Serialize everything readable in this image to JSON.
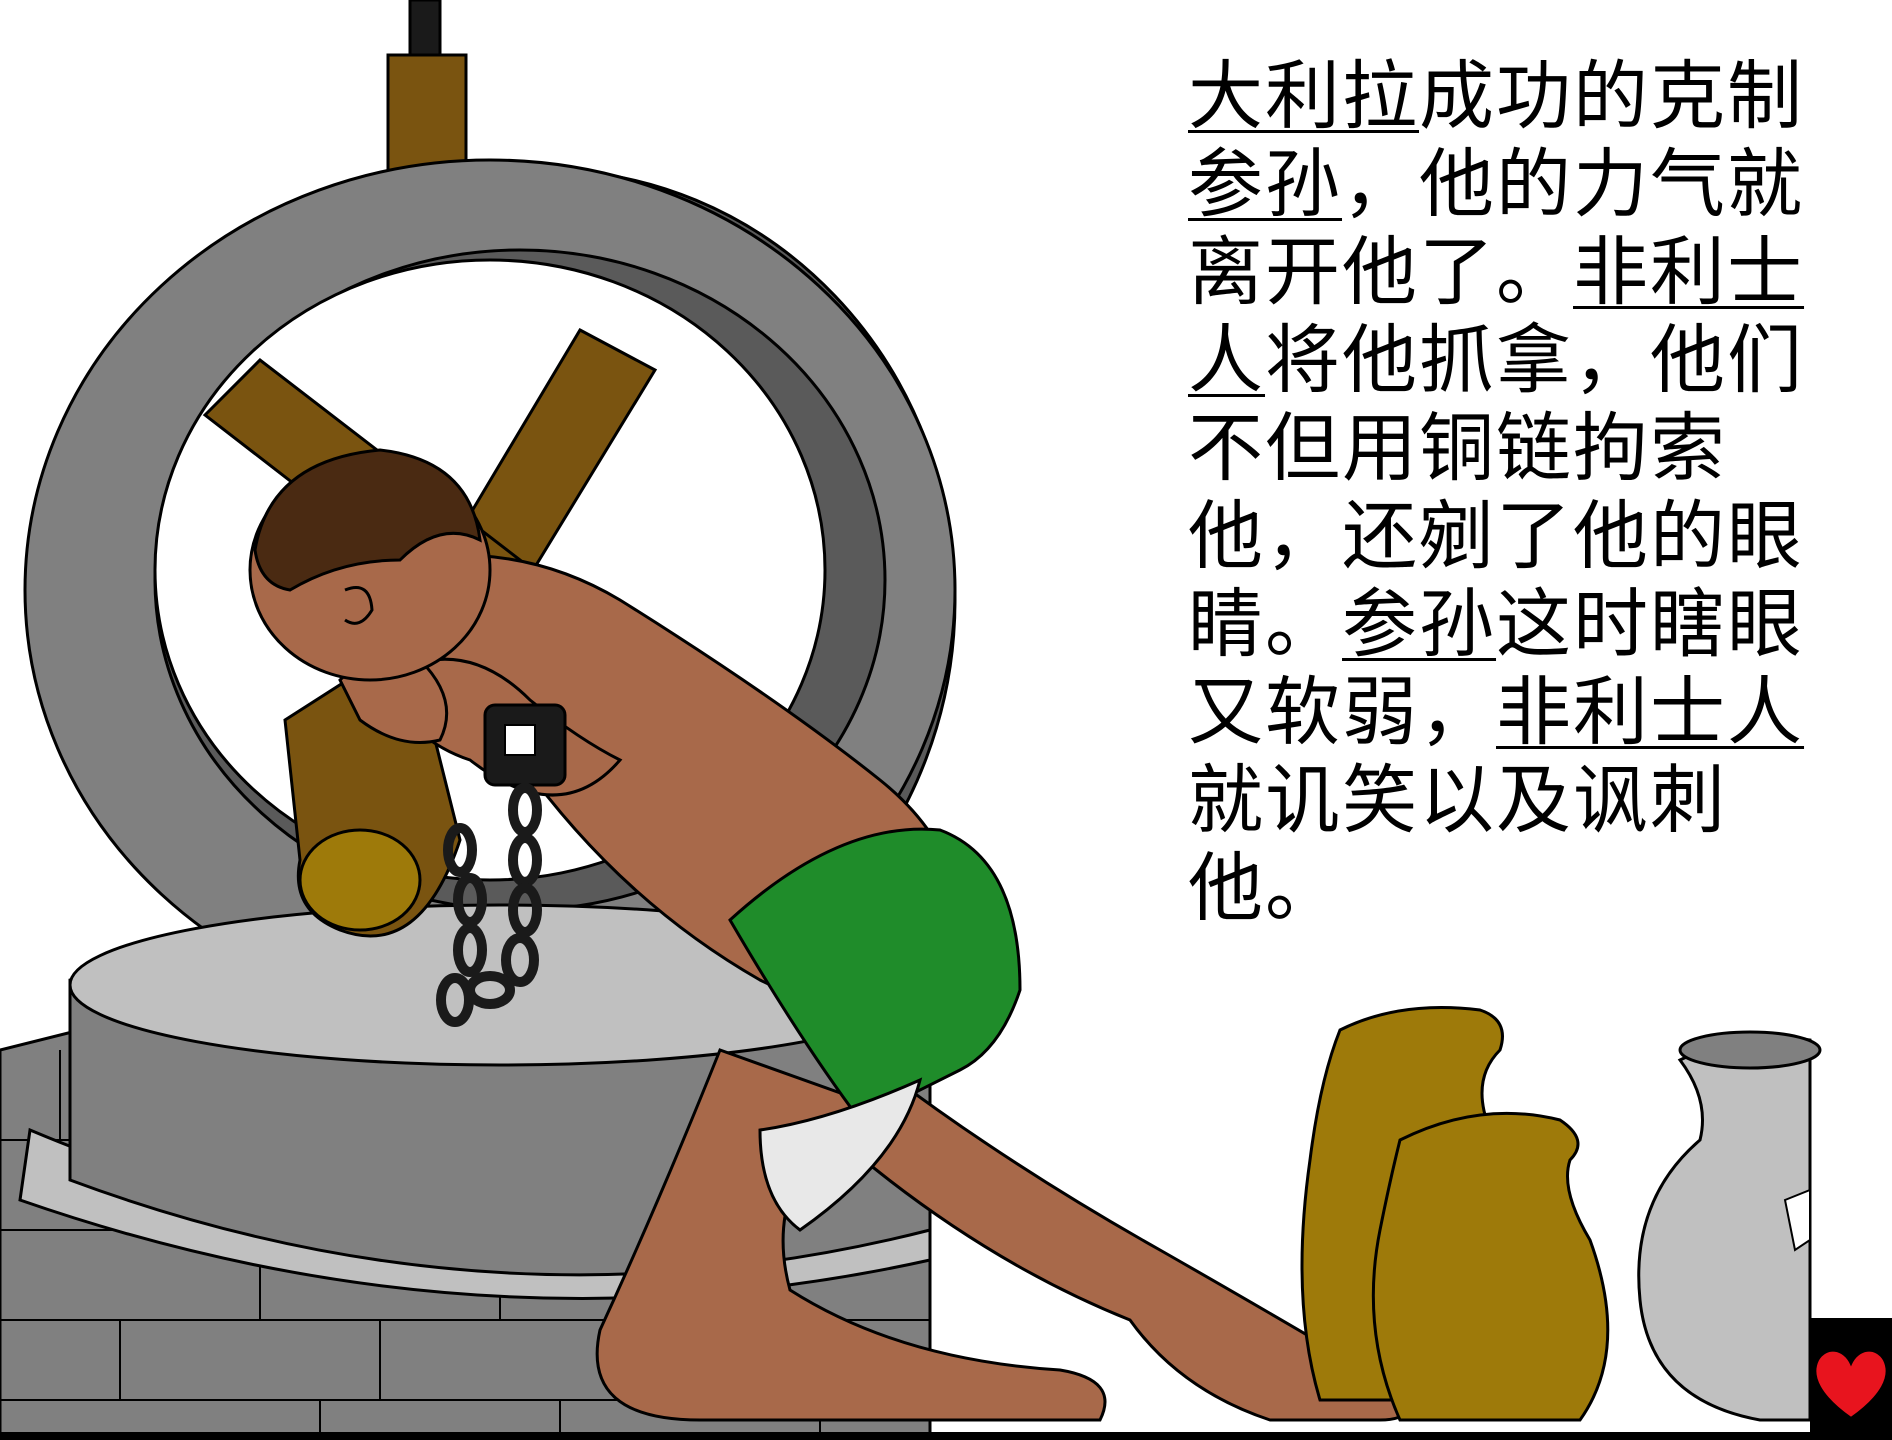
{
  "caption": {
    "segments": [
      {
        "text": "大利拉",
        "underline": true
      },
      {
        "text": "成功的克制",
        "underline": false
      },
      {
        "text": "参孙",
        "underline": true
      },
      {
        "text": "，他的力气就离开他了。",
        "underline": false
      },
      {
        "text": "非利士人",
        "underline": true
      },
      {
        "text": "将他抓拿，他们不但用铜链拘索他，还剜了他的眼睛。",
        "underline": false
      },
      {
        "text": "参孙",
        "underline": true
      },
      {
        "text": "这时瞎眼又软弱，",
        "underline": false
      },
      {
        "text": "非利士人",
        "underline": true
      },
      {
        "text": "就讥笑以及讽刺他。",
        "underline": false
      }
    ]
  },
  "nav": {
    "heart_icon": "heart-icon",
    "heart_color": "#e8141e"
  },
  "colors": {
    "stone_light": "#c0c0c0",
    "stone_mid": "#808080",
    "stone_dark": "#5a5a5a",
    "wood": "#7a5410",
    "skin": "#a8694a",
    "hair": "#4a2a12",
    "cloth": "#1f8c2a",
    "sack": "#9e7a0a"
  }
}
